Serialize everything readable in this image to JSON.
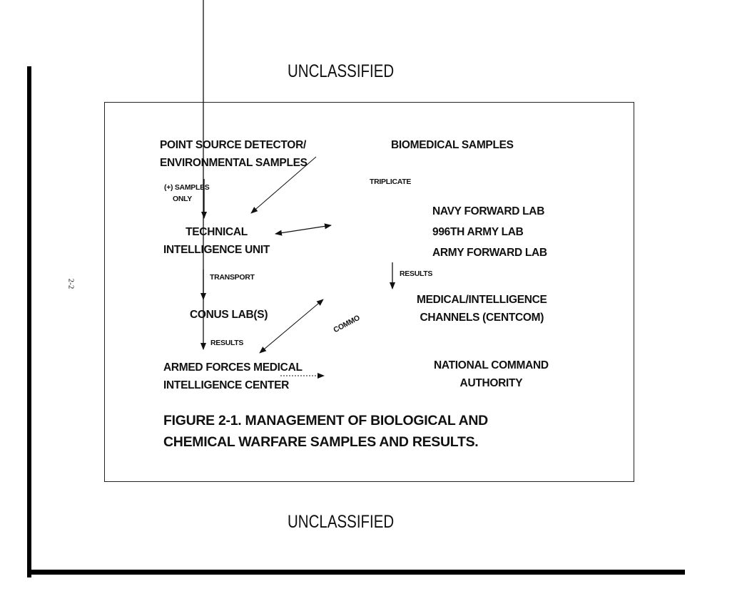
{
  "header": {
    "classification": "UNCLASSIFIED"
  },
  "footer": {
    "classification": "UNCLASSIFIED"
  },
  "page_number": "2-2",
  "diagram": {
    "nodes": {
      "point_source": [
        "POINT SOURCE DETECTOR/",
        "ENVIRONMENTAL SAMPLES"
      ],
      "biomedical": "BIOMEDICAL SAMPLES",
      "tech_intel": [
        "TECHNICAL",
        "INTELLIGENCE UNIT"
      ],
      "labs": [
        "NAVY FORWARD LAB",
        "996TH ARMY LAB",
        "ARMY FORWARD LAB"
      ],
      "conus": "CONUS LAB(S)",
      "med_intel": [
        "MEDICAL/INTELLIGENCE",
        "CHANNELS (CENTCOM)"
      ],
      "afmic": [
        "ARMED FORCES MEDICAL",
        "INTELLIGENCE CENTER"
      ],
      "nca": [
        "NATIONAL COMMAND",
        "AUTHORITY"
      ]
    },
    "edge_labels": {
      "samples_only": [
        "(+) SAMPLES",
        "ONLY"
      ],
      "triplicate": "TRIPLICATE",
      "transport": "TRANSPORT",
      "results_labs": "RESULTS",
      "results_conus": "RESULTS",
      "commo": "COMMO"
    },
    "caption": [
      "FIGURE 2-1.  MANAGEMENT OF BIOLOGICAL AND",
      "CHEMICAL WARFARE SAMPLES AND RESULTS."
    ]
  }
}
